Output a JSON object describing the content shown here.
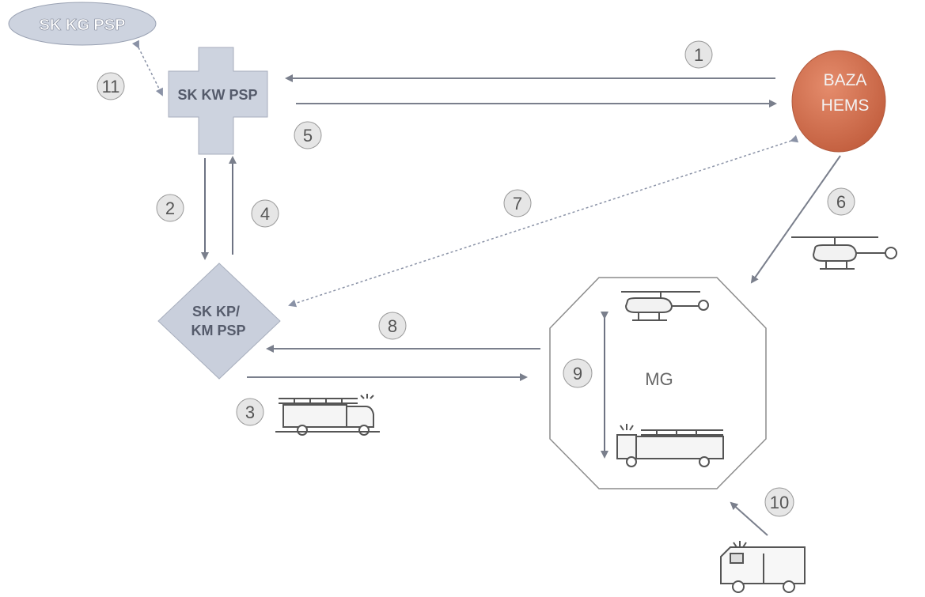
{
  "nodes": {
    "sk_kg_psp": "SK KG PSP",
    "sk_kw_psp": "SK KW PSP",
    "baza_hems_line1": "BAZA",
    "baza_hems_line2": "HEMS",
    "sk_kp_line1": "SK KP/",
    "sk_kp_line2": "KM PSP",
    "mg": "MG"
  },
  "step_labels": [
    "1",
    "2",
    "3",
    "4",
    "5",
    "6",
    "7",
    "8",
    "9",
    "10",
    "11"
  ],
  "icons": [
    "helicopter-icon",
    "fire-truck-icon",
    "ambulance-icon"
  ],
  "colors": {
    "baza_fill": "#d2714f",
    "node_fill": "#cdd3df",
    "badge_fill": "#e6e6e6",
    "arrow": "#7a7f8c"
  }
}
